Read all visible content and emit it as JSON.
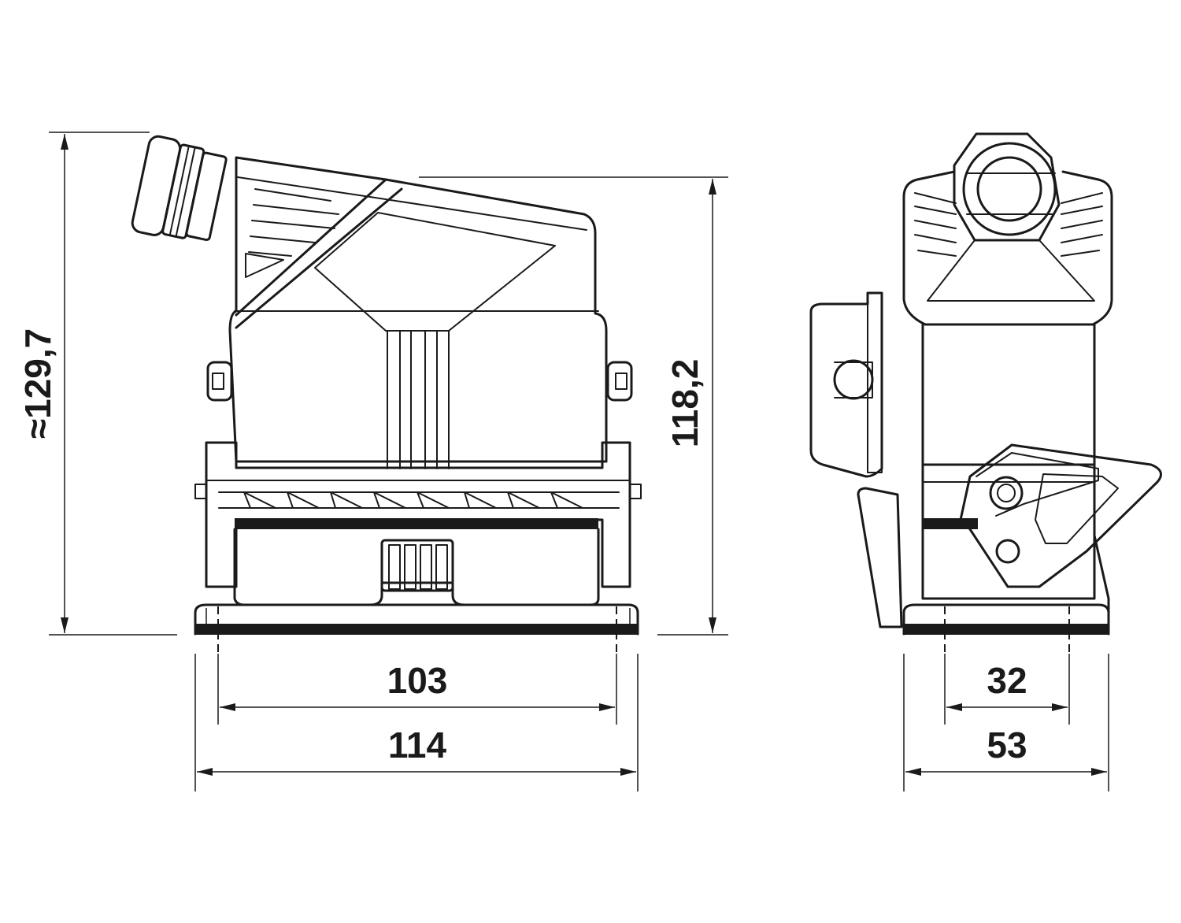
{
  "dimensions": {
    "overall_height": "≈129,7",
    "housing_height": "118,2",
    "mounting_hole_spacing_front": "103",
    "base_width_front": "114",
    "mounting_hole_spacing_side": "32",
    "base_width_side": "53"
  },
  "colors": {
    "line": "#1a1a1a",
    "background": "#ffffff"
  }
}
